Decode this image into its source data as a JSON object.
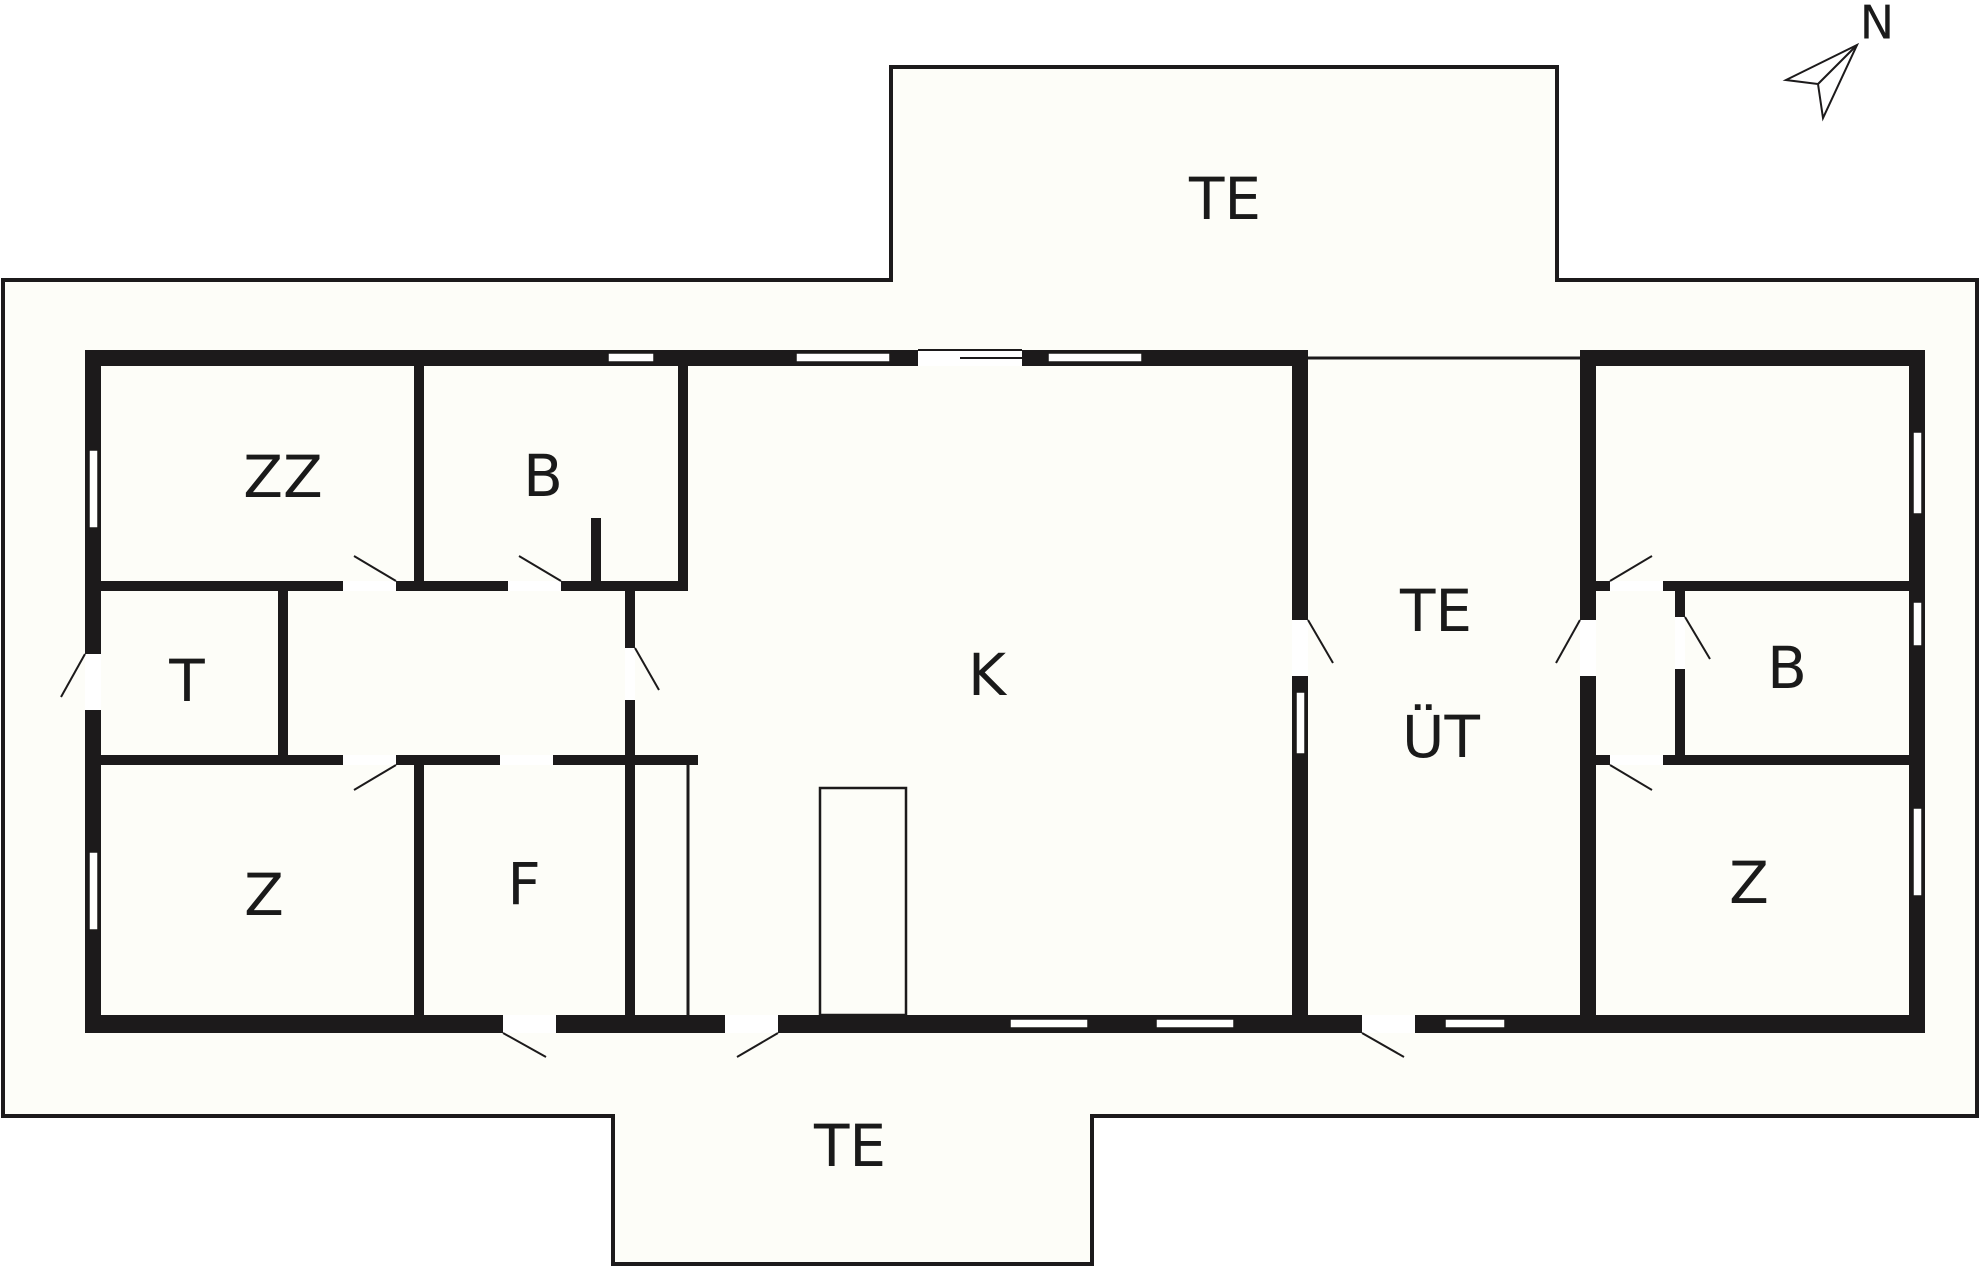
{
  "colors": {
    "floor": "#fdfdf8",
    "wall": "#1c1a1b",
    "window": "#ffffff",
    "background": "#ffffff"
  },
  "compass": {
    "label": "N",
    "icon": "north-arrow-icon"
  },
  "rooms": {
    "terrace_north": "TE",
    "terrace_south": "TE",
    "terrace_covered_top": "TE",
    "terrace_covered_bottom": "ÜT",
    "room_zz": "ZZ",
    "bath_left": "B",
    "toilet": "T",
    "bedroom_left": "Z",
    "hall_f": "F",
    "kitchen_living": "K",
    "bath_right": "B",
    "bedroom_right": "Z"
  }
}
